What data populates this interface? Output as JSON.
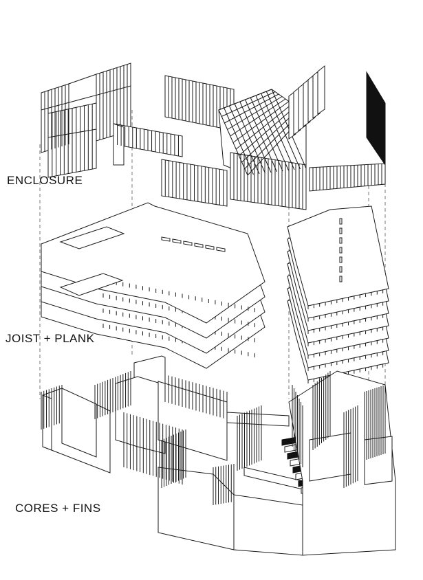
{
  "labels": {
    "enclosure": "ENCLOSURE",
    "joist_plank": "JOIST + PLANK",
    "cores_fins": "CORES + FINS"
  },
  "colors": {
    "line": "#1a1a1a",
    "fill": "#ffffff",
    "text": "#111111"
  }
}
